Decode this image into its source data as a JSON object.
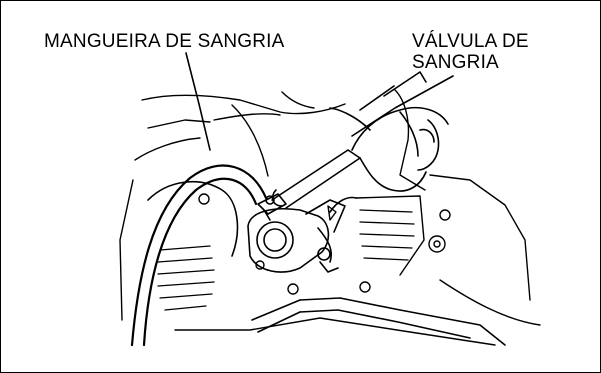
{
  "labels": {
    "hose": "MANGUEIRA DE SANGRIA",
    "valve_line1": "VÁLVULA DE",
    "valve_line2": "SANGRIA"
  },
  "colors": {
    "ink": "#000000",
    "paper": "#ffffff"
  }
}
